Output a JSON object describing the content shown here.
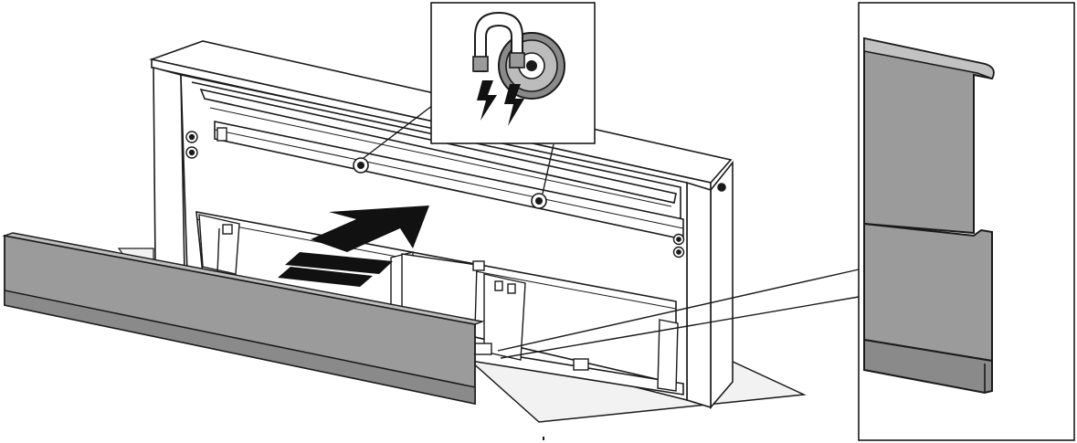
{
  "figure": {
    "kind": "installation-illustration",
    "subject": "downdraft-extractor-front-panel-attachment",
    "callouts": [
      {
        "id": "magnet-detail",
        "icon": "magnet-icon",
        "shows": "magnetic-fastener"
      },
      {
        "id": "edge-detail",
        "shows": "panel-lower-edge-profile"
      }
    ],
    "action_arrow": "push-direction-arrow",
    "colors": {
      "line": "#1a1a1a",
      "panel_fill": "#9b9b9b",
      "panel_dark": "#6f6f6f",
      "background": "#ffffff",
      "arrow": "#111111"
    }
  }
}
